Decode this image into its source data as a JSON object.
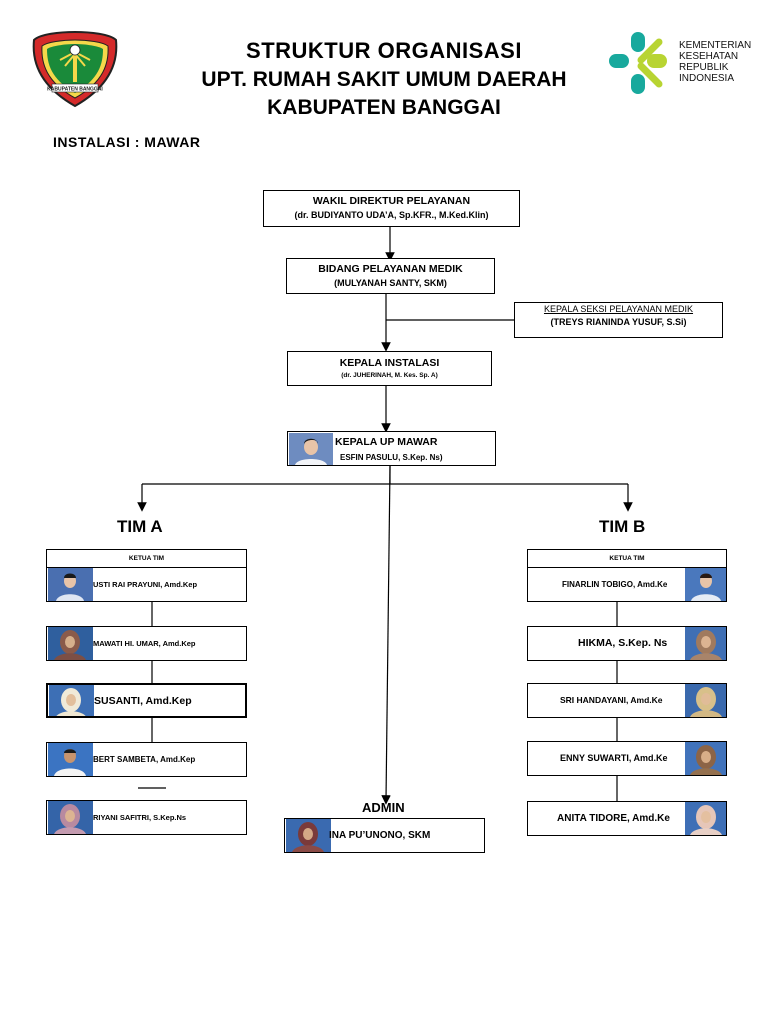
{
  "header": {
    "title_line1": "STRUKTUR ORGANISASI",
    "title_line2": "UPT. RUMAH SAKIT UMUM DAERAH",
    "title_line3": "KABUPATEN BANGGAI",
    "instalasi": "INSTALASI : MAWAR",
    "ministry_logo_text": [
      "KEMENTERIAN",
      "KESEHATAN",
      "REPUBLIK",
      "INDONESIA"
    ],
    "regency_logo_text": "KABUPATEN BANGGAI"
  },
  "org": {
    "wadir": {
      "role": "WAKIL DIREKTUR PELAYANAN",
      "name": "(dr. BUDIYANTO UDA’A, Sp.KFR., M.Ked.Klin)"
    },
    "bidang": {
      "role": "BIDANG PELAYANAN MEDIK",
      "name": "(MULYANAH SANTY, SKM)"
    },
    "seksi": {
      "role": "KEPALA SEKSI PELAYANAN MEDIK",
      "name": "(TREYS RIANINDA YUSUF, S.Si)"
    },
    "kepala_instalasi": {
      "role": "KEPALA INSTALASI",
      "name": "(dr. JUHERINAH, M. Kes. Sp. A)"
    },
    "kepala_up": {
      "role": "KEPALA UP MAWAR",
      "name": "ESFIN PASULU, S.Kep. Ns)"
    }
  },
  "team_a": {
    "label": "TIM A",
    "ketua_label": "KETUA TIM",
    "members": [
      "USTI RAI PRAYUNI, Amd.Kep",
      "MAWATI HI. UMAR, Amd.Kep",
      "SUSANTI, Amd.Kep",
      "BERT SAMBETA, Amd.Kep",
      "RIYANI SAFITRI, S.Kep.Ns"
    ]
  },
  "team_b": {
    "label": "TIM B",
    "ketua_label": "KETUA TIM",
    "members": [
      "FINARLIN TOBIGO, Amd.Ke",
      "HIKMA, S.Kep. Ns",
      "SRI HANDAYANI, Amd.Ke",
      "ENNY SUWARTI, Amd.Ke",
      "ANITA TIDORE, Amd.Ke"
    ]
  },
  "admin": {
    "label": "ADMIN",
    "name": "INA PU’UNONO, SKM"
  },
  "colors": {
    "logo_red": "#d42a2a",
    "logo_green": "#1a8a3a",
    "kemkes_teal": "#18a99d",
    "kemkes_yellow": "#b8d432"
  }
}
